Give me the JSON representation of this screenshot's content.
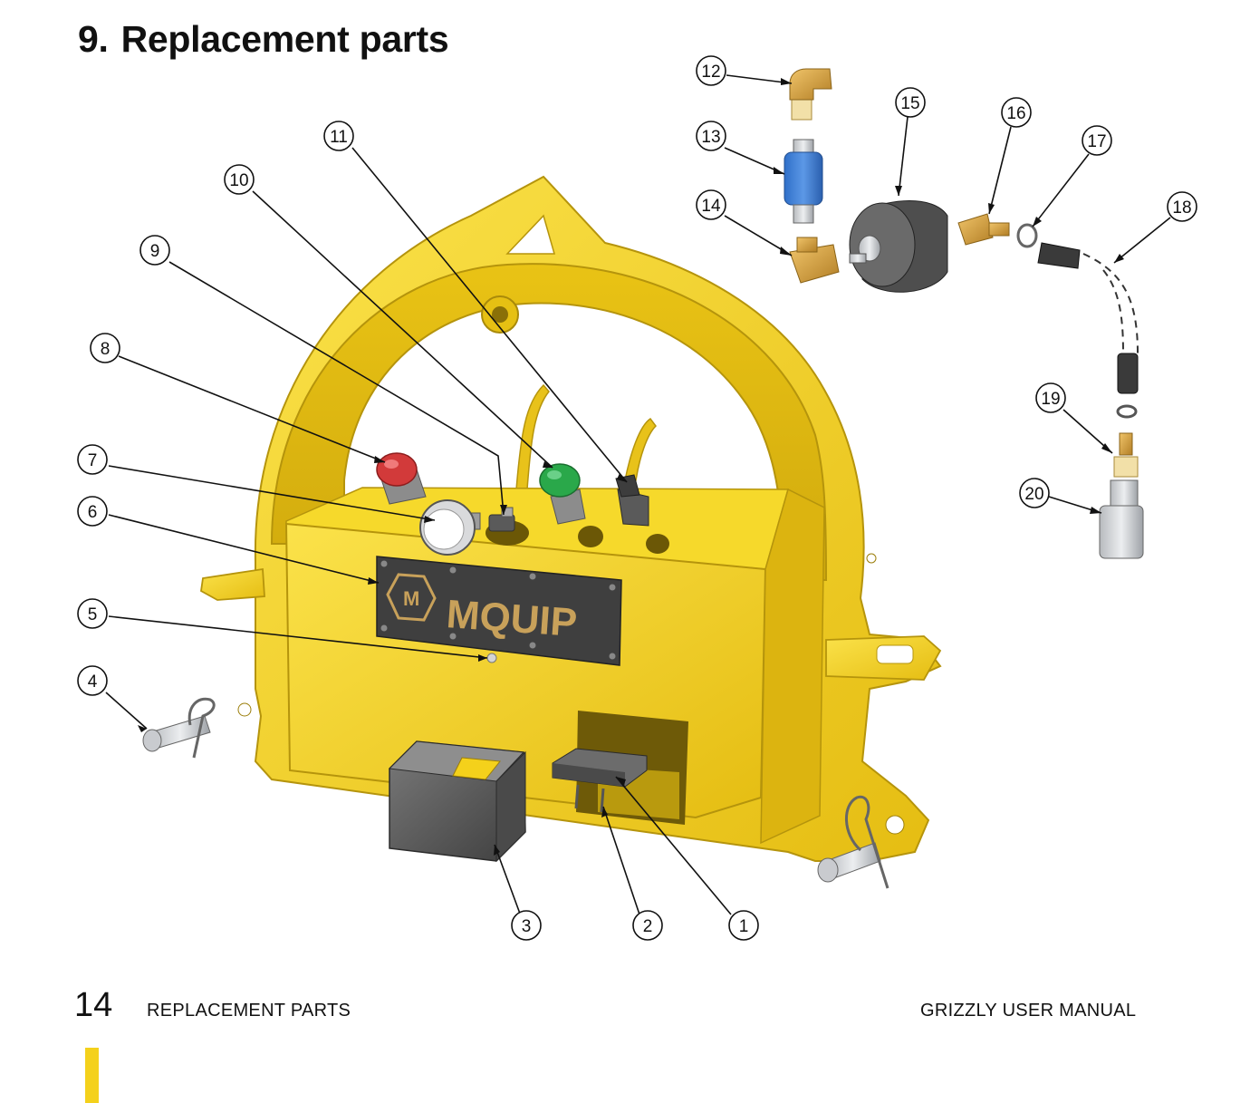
{
  "heading": {
    "number": "9.",
    "title": "Replacement parts"
  },
  "callouts": [
    "1",
    "2",
    "3",
    "4",
    "5",
    "6",
    "7",
    "8",
    "9",
    "10",
    "11",
    "12",
    "13",
    "14",
    "15",
    "16",
    "17",
    "18",
    "19",
    "20"
  ],
  "logo": {
    "text": "MQUIP",
    "monogram": "M"
  },
  "footer": {
    "page_number": "14",
    "section": "REPLACEMENT PARTS",
    "manual": "GRIZZLY USER MANUAL"
  },
  "colors": {
    "housing": "#f4d11b",
    "housing_edge": "#c9a50c",
    "brass": "#d9a441",
    "blue": "#3a7bd5",
    "red": "#d23a3a",
    "green": "#2aa84a",
    "dark": "#5a5a5a",
    "grey": "#8f9296",
    "silver": "#c9cbcf",
    "accent_tab": "#f4d11b"
  },
  "icons": [
    "exploded-device-illustration",
    "mquip-logo-icon",
    "callout-circle-icon"
  ]
}
